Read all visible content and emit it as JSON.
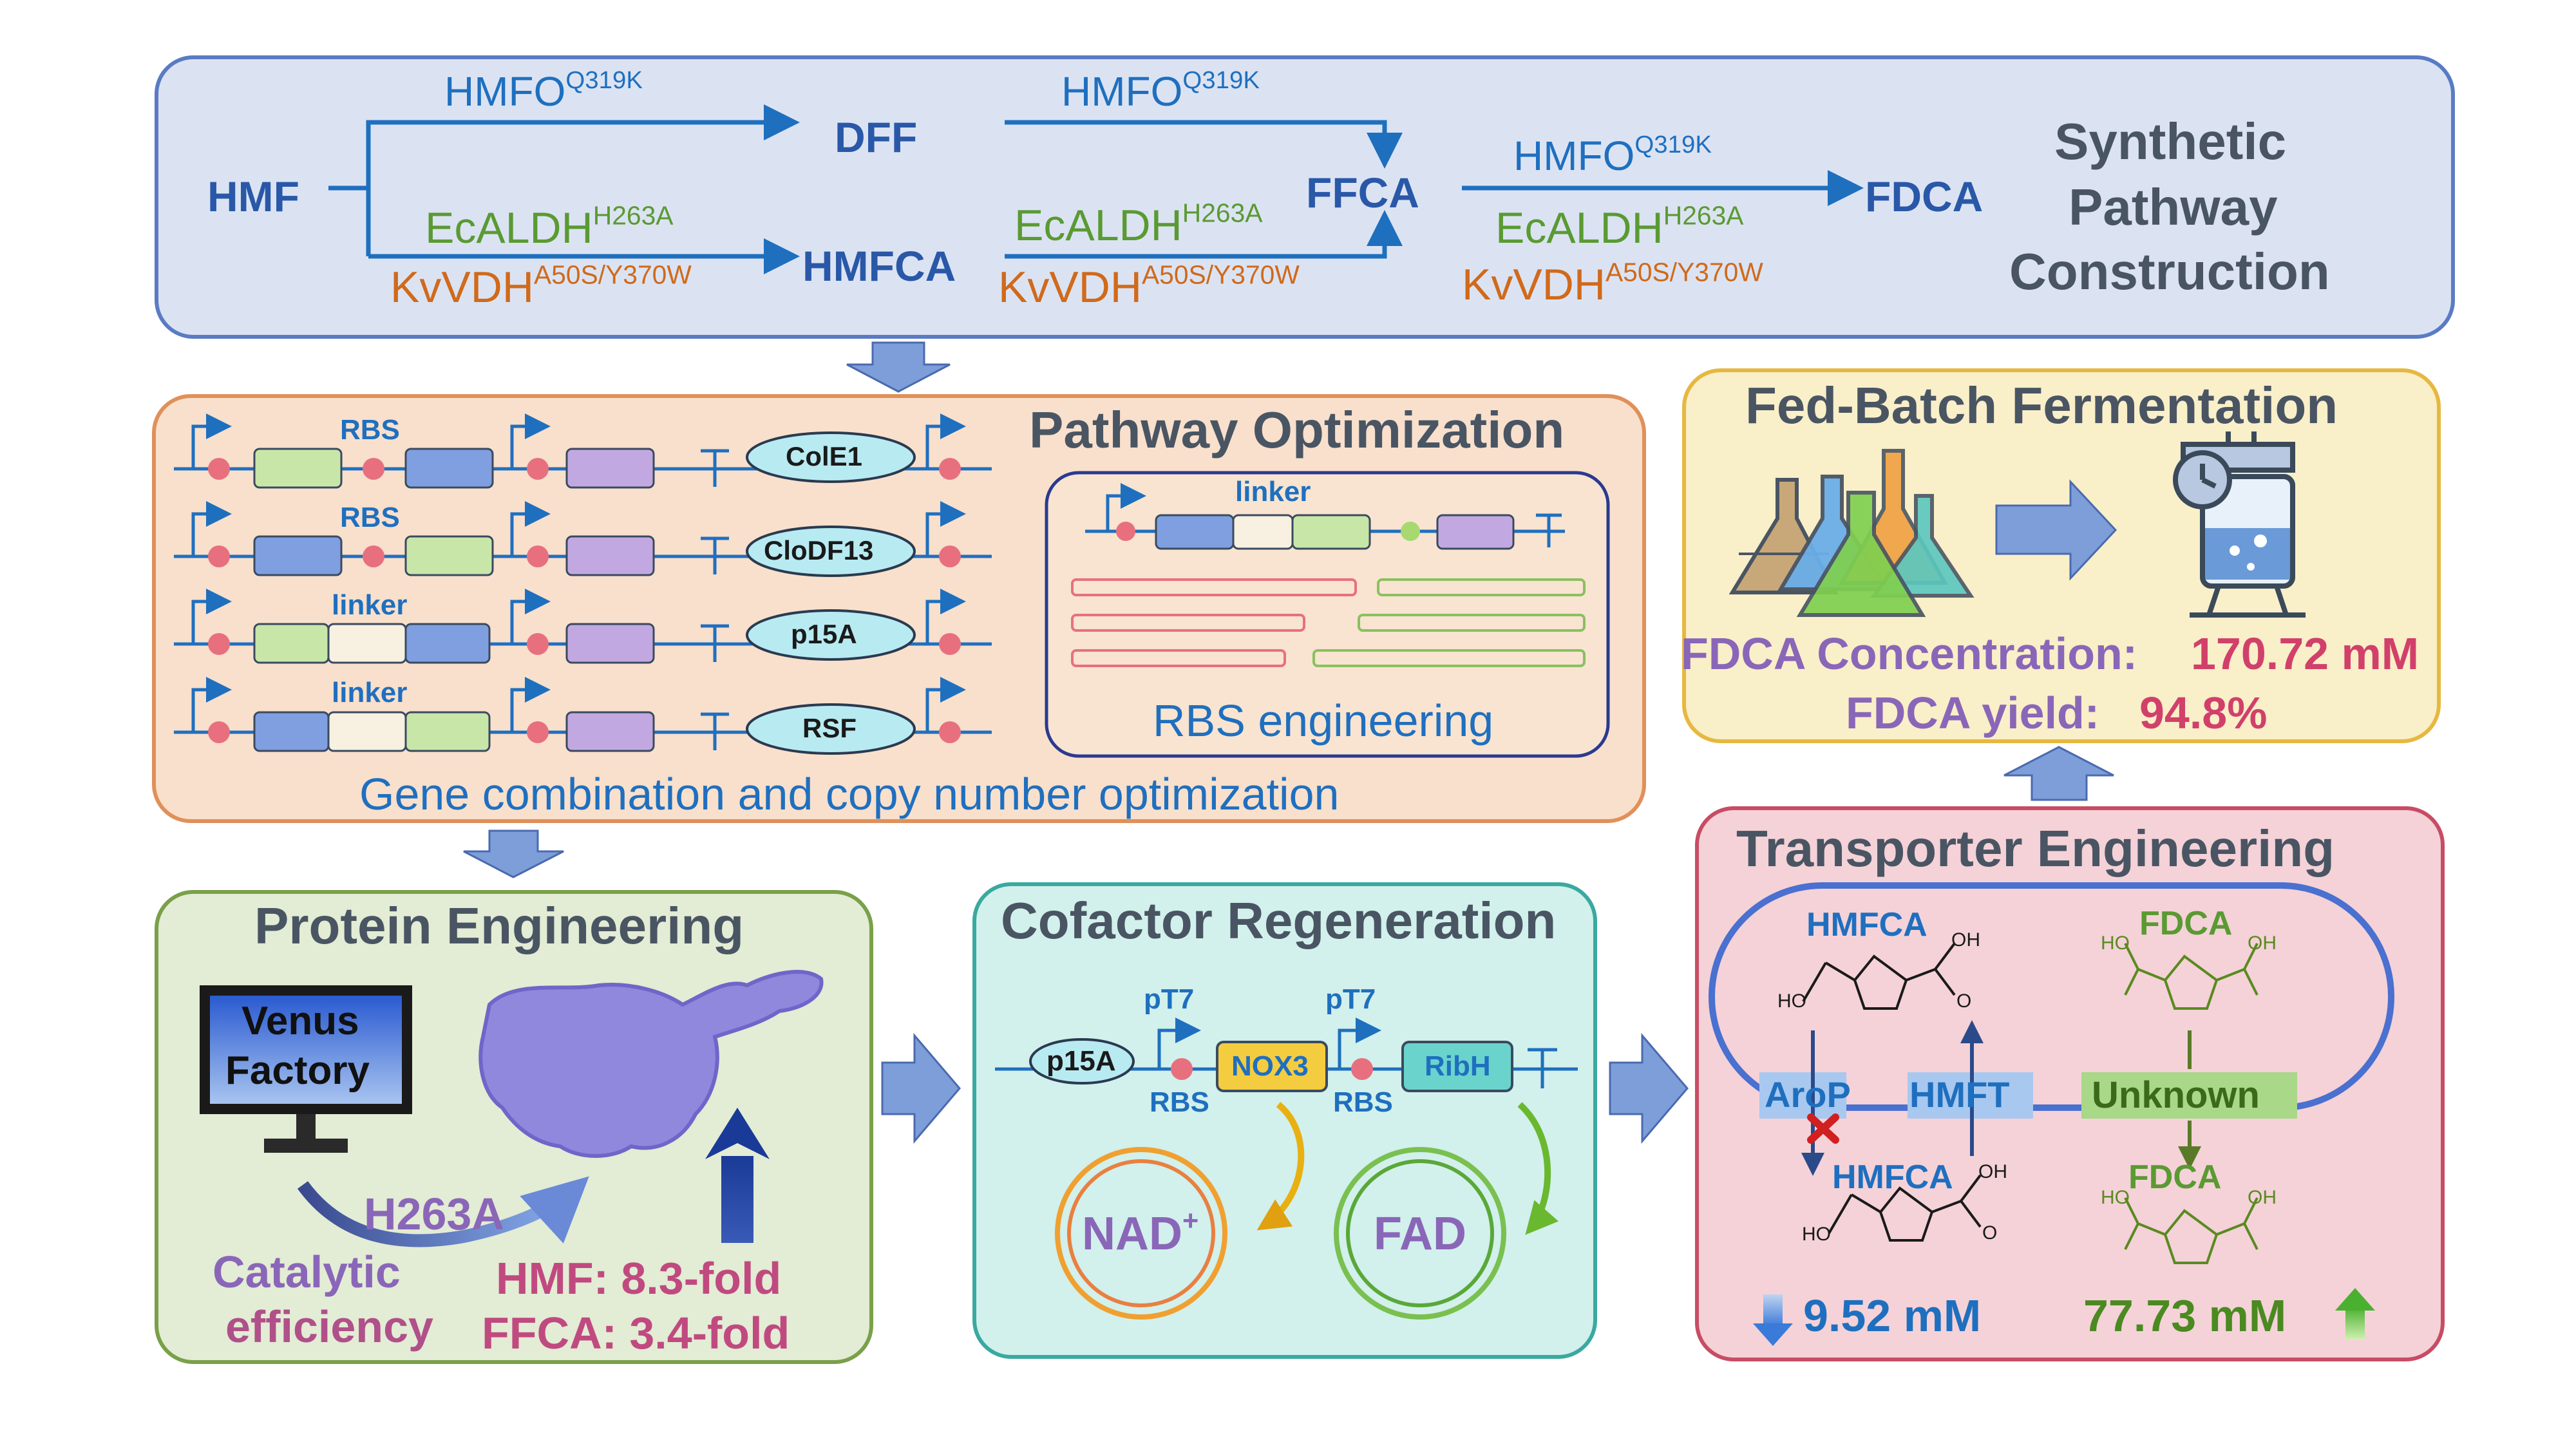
{
  "colors": {
    "blue": "#1f6fbf",
    "darkblue": "#2a58a8",
    "green": "#5a9a32",
    "orange": "#d06a1a",
    "gray": "#4a5563",
    "magenta": "#d1406a",
    "purple": "#8a66b8"
  },
  "synthetic": {
    "title_l1": "Synthetic",
    "title_l2": "Pathway",
    "title_l3": "Construction",
    "hmf": "HMF",
    "dff": "DFF",
    "hmfca": "HMFCA",
    "ffca": "FFCA",
    "fdca": "FDCA",
    "hmfo": "HMFO",
    "hmfo_sup": "Q319K",
    "ecaldh": "EcALDH",
    "ecaldh_sup": "H263A",
    "kvvdh": "KvVDH",
    "kvvdh_sup": "A50S/Y370W"
  },
  "pathway_opt": {
    "title": "Pathway Optimization",
    "caption": "Gene combination and copy number optimization",
    "row_labels": [
      "RBS",
      "RBS",
      "linker",
      "linker"
    ],
    "origins": [
      "ColE1",
      "CloDF13",
      "p15A",
      "RSF"
    ],
    "rbs_box_linker": "linker",
    "rbs_box_label": "RBS engineering"
  },
  "fedbatch": {
    "title": "Fed-Batch Fermentation",
    "conc_label": "FDCA Concentration:",
    "conc_value": "170.72 mM",
    "yield_label": "FDCA yield:",
    "yield_value": "94.8%"
  },
  "protein": {
    "title": "Protein Engineering",
    "monitor_l1": "Venus",
    "monitor_l2": "Factory",
    "mutation": "H263A",
    "cat_l1": "Catalytic",
    "cat_l2": "efficiency",
    "hmf_fold": "HMF: 8.3-fold",
    "ffca_fold": "FFCA: 3.4-fold"
  },
  "cofactor": {
    "title": "Cofactor Regeneration",
    "origin": "p15A",
    "promoter1": "pT7",
    "promoter2": "pT7",
    "rbs1": "RBS",
    "rbs2": "RBS",
    "gene1": "NOX3",
    "gene2": "RibH",
    "nad": "NAD",
    "nad_sup": "+",
    "fad": "FAD"
  },
  "transporter": {
    "title": "Transporter Engineering",
    "hmfca_top": "HMFCA",
    "fdca_top": "FDCA",
    "arop": "AroP",
    "hmft": "HMFT",
    "unknown": "Unknown",
    "hmfca_bottom": "HMFCA",
    "fdca_bottom": "FDCA",
    "hmfca_value": "9.52 mM",
    "fdca_value": "77.73 mM",
    "oh": "OH",
    "ho": "HO",
    "o": "O"
  }
}
